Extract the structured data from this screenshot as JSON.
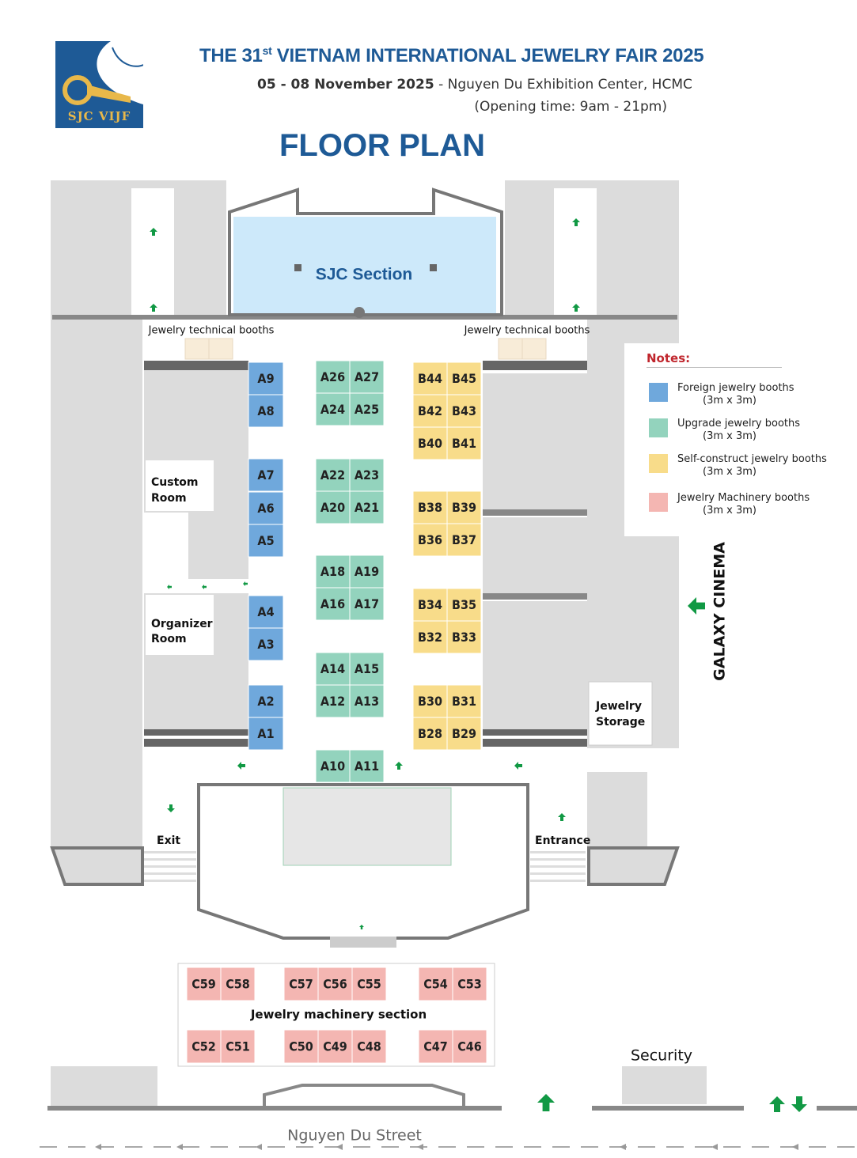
{
  "header": {
    "logo_text": "SJC VIJF",
    "title_part1": "THE 31",
    "title_sup": "st",
    "title_part2": " VIETNAM INTERNATIONAL JEWELRY FAIR 2025",
    "date": "05 - 08 November 2025",
    "venue": " - Nguyen Du Exhibition Center, HCMC",
    "opening": "(Opening time: 9am - 21pm)",
    "plan_title": "FLOOR PLAN"
  },
  "colors": {
    "title_blue": "#1e5a96",
    "foreign": "#6fa8dc",
    "upgrade": "#93d3bd",
    "self_construct": "#f8dc8a",
    "machinery": "#f4b6b2",
    "sjc_section": "#cde9fa",
    "grey_block": "#dcdcdc",
    "arrow_green": "#119944"
  },
  "areas": {
    "sjc_section": "SJC Section",
    "tech_left": "Jewelry technical booths",
    "tech_right": "Jewelry technical booths",
    "custom_room": [
      "Custom",
      "Room"
    ],
    "organizer_room": [
      "Organizer",
      "Room"
    ],
    "jewelry_storage": [
      "Jewelry",
      "Storage"
    ],
    "exit": "Exit",
    "entrance": "Entrance",
    "machinery_section": "Jewelry machinery section",
    "security": "Security",
    "street": "Nguyen Du Street",
    "galaxy": "GALAXY CINEMA"
  },
  "booths": {
    "foreign": [
      "A9",
      "A8",
      "A7",
      "A6",
      "A5",
      "A4",
      "A3",
      "A2",
      "A1"
    ],
    "upgrade": [
      "A26",
      "A27",
      "A24",
      "A25",
      "A22",
      "A23",
      "A20",
      "A21",
      "A18",
      "A19",
      "A16",
      "A17",
      "A14",
      "A15",
      "A12",
      "A13",
      "A10",
      "A11"
    ],
    "self_construct": [
      "B44",
      "B45",
      "B42",
      "B43",
      "B40",
      "B41",
      "B38",
      "B39",
      "B36",
      "B37",
      "B34",
      "B35",
      "B32",
      "B33",
      "B30",
      "B31",
      "B28",
      "B29"
    ],
    "machinery": [
      "C59",
      "C58",
      "C57",
      "C56",
      "C55",
      "C54",
      "C53",
      "C52",
      "C51",
      "C50",
      "C49",
      "C48",
      "C47",
      "C46"
    ]
  },
  "notes": {
    "title": "Notes:",
    "items": [
      {
        "label": "Foreign jewelry booths",
        "size": "(3m x 3m)",
        "color": "#6fa8dc"
      },
      {
        "label": "Upgrade jewelry booths",
        "size": "(3m x 3m)",
        "color": "#93d3bd"
      },
      {
        "label": "Self-construct jewelry booths",
        "size": "(3m x 3m)",
        "color": "#f8dc8a"
      },
      {
        "label": "Jewelry Machinery booths",
        "size": "(3m x 3m)",
        "color": "#f4b6b2"
      }
    ]
  }
}
